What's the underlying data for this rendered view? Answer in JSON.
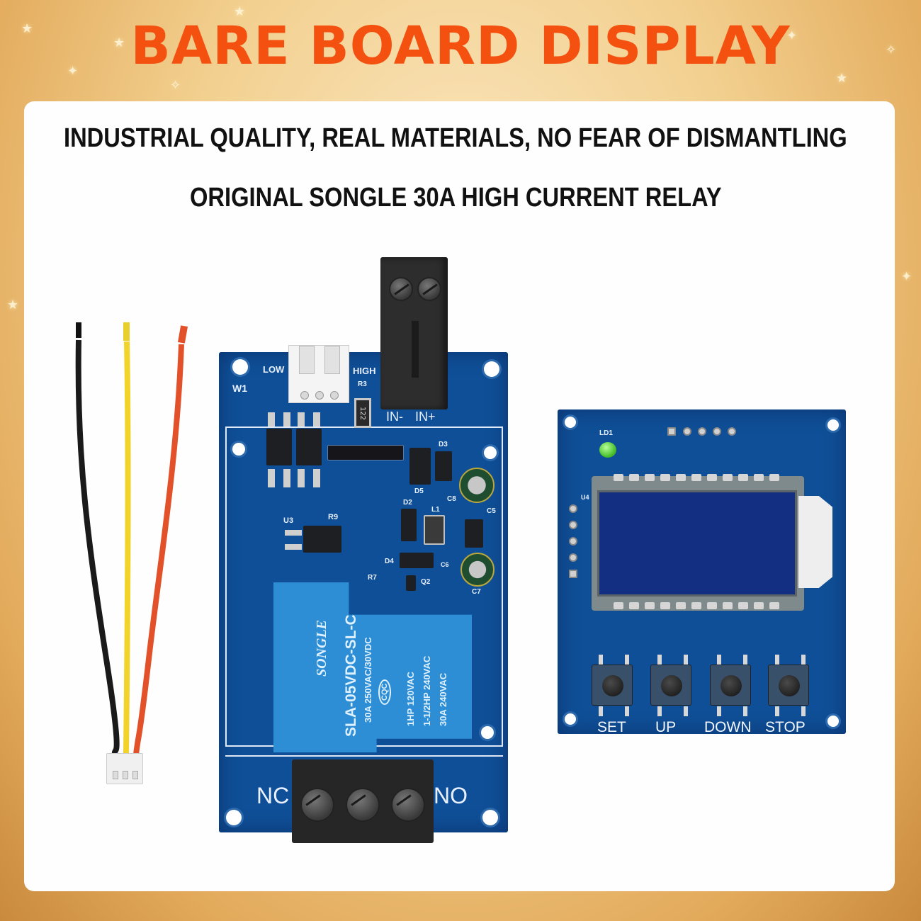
{
  "banner": {
    "title": "BARE BOARD DISPLAY",
    "title_color": "#f4500f"
  },
  "headlines": {
    "line1": "INDUSTRIAL QUALITY, REAL MATERIALS, NO FEAR OF DISMANTLING",
    "line2": "ORIGINAL SONGLE 30A HIGH CURRENT RELAY"
  },
  "wire_harness": {
    "colors": [
      "#1a1a1a",
      "#f2d32a",
      "#e3512a"
    ]
  },
  "relay_board": {
    "silkscreen": {
      "w1": "W1",
      "low": "LOW",
      "high": "HIGH",
      "r3": "R3",
      "r3_code": "122",
      "in_minus": "IN-",
      "in_plus": "IN+",
      "u3": "U3",
      "r9": "R9",
      "d2": "D2",
      "d3": "D3",
      "d4": "D4",
      "d5": "D5",
      "l1": "L1",
      "c5": "C5",
      "c6": "C6",
      "c7": "C7",
      "c8": "C8",
      "r7": "R7",
      "q2": "Q2",
      "nc": "NC",
      "no": "NO"
    },
    "relay": {
      "brand": "SONGLE",
      "model": "SLA-05VDC-SL-C",
      "rating1": "30A  250VAC/30VDC",
      "rating2": "1HP 120VAC",
      "rating3": "1-1/2HP 240VAC",
      "rating4": "30A  240VAC",
      "cert": "CQC",
      "color": "#2d8ed6"
    }
  },
  "display_board": {
    "silkscreen": {
      "ld1": "LD1",
      "u4": "U4"
    },
    "buttons": [
      {
        "label": "SET"
      },
      {
        "label": "UP"
      },
      {
        "label": "DOWN"
      },
      {
        "label": "STOP"
      }
    ],
    "lcd_color": "#122f82",
    "pcb_color": "#0f4f97"
  }
}
